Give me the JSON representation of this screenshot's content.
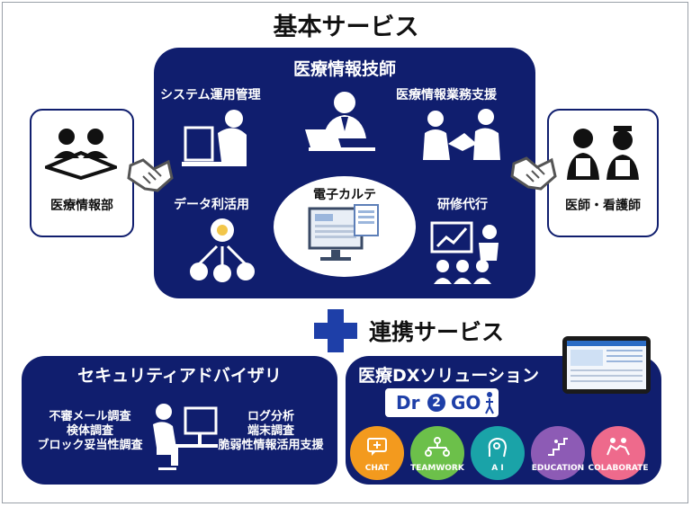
{
  "header": {
    "title": "基本サービス"
  },
  "core": {
    "title": "医療情報技師",
    "system": "システム運用管理",
    "support": "医療情報業務支援",
    "data": "データ利活用",
    "emr": "電子カルテ",
    "training": "研修代行"
  },
  "left_box": {
    "label": "医療情報部"
  },
  "right_box": {
    "label": "医師・看護師"
  },
  "plus": {
    "label": "連携サービス"
  },
  "security": {
    "title": "セキュリティアドバイザリ",
    "left_items": [
      "不審メール調査",
      "検体調査",
      "ブロック妥当性調査"
    ],
    "right_items": [
      "ログ分析",
      "端末調査",
      "脆弱性情報活用支援"
    ]
  },
  "dx": {
    "title": "医療DXソリューション",
    "logo_left": "Dr",
    "logo_num": "2",
    "logo_right": "GO",
    "apps": [
      {
        "label": "CHAT",
        "color": "#f39a1e"
      },
      {
        "label": "TEAMWORK",
        "color": "#6cc04a"
      },
      {
        "label": "A I",
        "color": "#1aa3a8"
      },
      {
        "label": "EDUCATION",
        "color": "#8d5bb5"
      },
      {
        "label": "COLABORATE",
        "color": "#ee6a8c"
      }
    ]
  },
  "colors": {
    "navy": "#101e6e",
    "accent": "#1e3fa8"
  }
}
